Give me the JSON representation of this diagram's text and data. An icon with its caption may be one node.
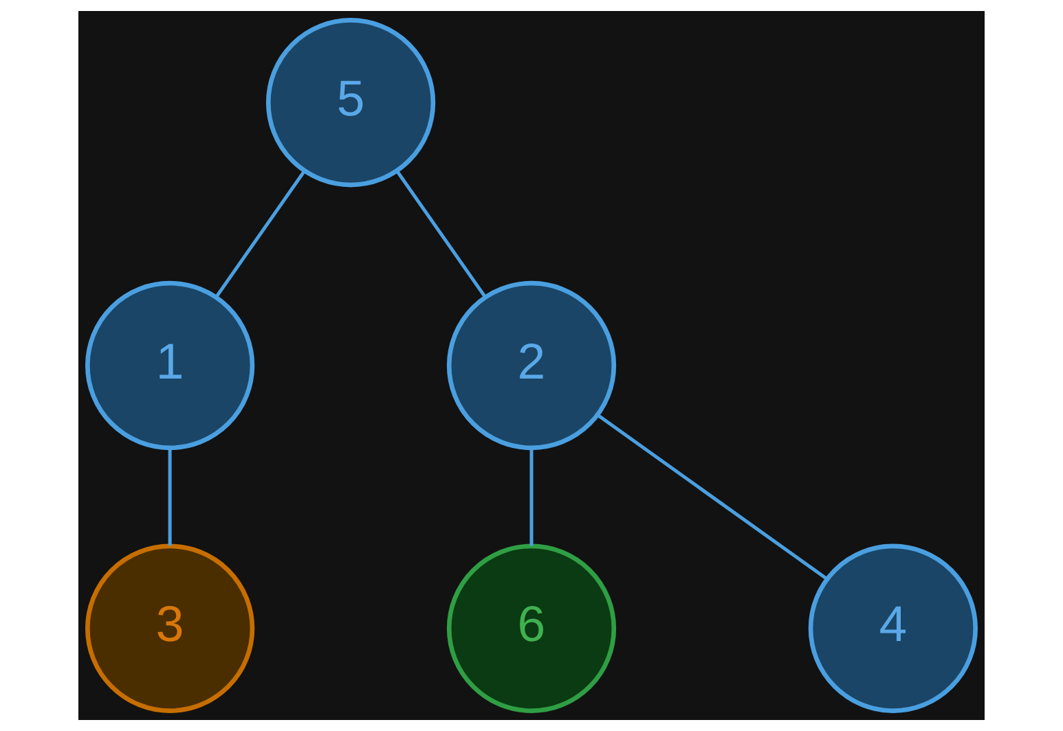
{
  "diagram": {
    "nodes": [
      {
        "text": [
          "5"
        ]
      },
      {
        "text": [
          "1"
        ]
      },
      {
        "text": [
          "2"
        ]
      },
      {
        "text": [
          "3"
        ]
      },
      {
        "text": [
          "6"
        ]
      },
      {
        "text": [
          "4"
        ]
      }
    ],
    "edges": [
      {
        "from": 0,
        "to": 1,
        "arrow": "none"
      },
      {
        "from": 0,
        "to": 2,
        "arrow": "none"
      },
      {
        "from": 1,
        "to": 3,
        "arrow": "none"
      },
      {
        "from": 2,
        "to": 4,
        "arrow": "none"
      },
      {
        "from": 2,
        "to": 5,
        "arrow": "none"
      }
    ]
  }
}
